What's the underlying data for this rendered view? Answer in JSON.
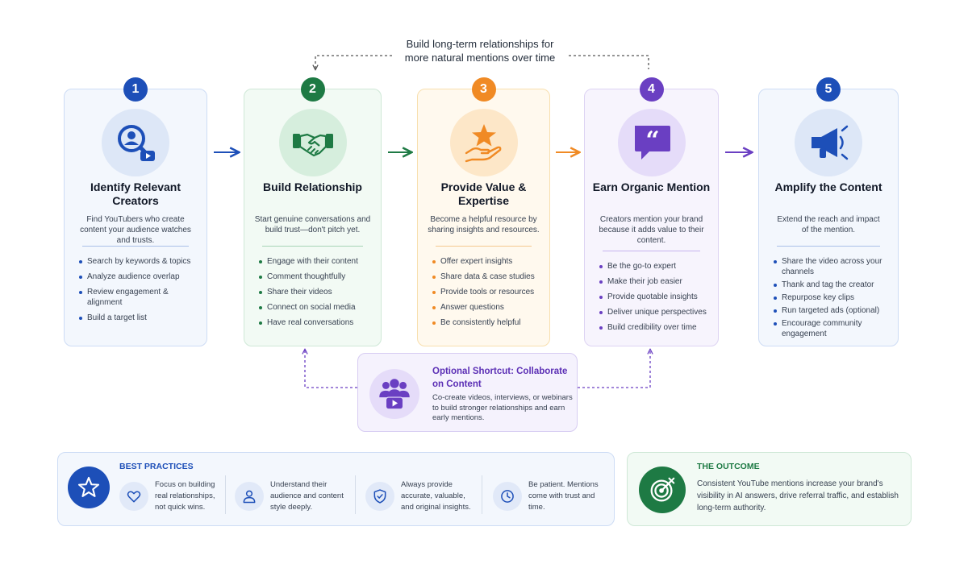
{
  "loop_note": "Build long-term relationships for more natural mentions over time",
  "colors": {
    "blue": "#1d4fb8",
    "green": "#1e7a44",
    "orange": "#f08a24",
    "purple": "#6a3fc2"
  },
  "steps": [
    {
      "number": "1",
      "title": "Identify Relevant Creators",
      "description": "Find YouTubers who create content your audience watches and trusts.",
      "icon": "magnifier-person-video-icon",
      "bullets": [
        "Search by keywords & topics",
        "Analyze audience overlap",
        "Review engagement & alignment",
        "Build a target list"
      ]
    },
    {
      "number": "2",
      "title": "Build Relationship",
      "description": "Start genuine conversations and build trust—don't pitch yet.",
      "icon": "handshake-icon",
      "bullets": [
        "Engage with their content",
        "Comment thoughtfully",
        "Share their videos",
        "Connect on social media",
        "Have real conversations"
      ]
    },
    {
      "number": "3",
      "title": "Provide Value & Expertise",
      "description": "Become a helpful resource by sharing insights and resources.",
      "icon": "hand-star-icon",
      "bullets": [
        "Offer expert insights",
        "Share data & case studies",
        "Provide tools or resources",
        "Answer questions",
        "Be consistently helpful"
      ]
    },
    {
      "number": "4",
      "title": "Earn Organic Mention",
      "description": "Creators mention your brand because it adds value to their content.",
      "icon": "quote-bubble-icon",
      "bullets": [
        "Be the go-to expert",
        "Make their job easier",
        "Provide quotable insights",
        "Deliver unique perspectives",
        "Build credibility over time"
      ]
    },
    {
      "number": "5",
      "title": "Amplify the Content",
      "description": "Extend the reach and impact of the mention.",
      "icon": "megaphone-icon",
      "bullets": [
        "Share the video across your channels",
        "Thank and tag the creator",
        "Repurpose key clips",
        "Run targeted ads (optional)",
        "Encourage community engagement"
      ]
    }
  ],
  "shortcut": {
    "title": "Optional Shortcut: Collaborate on Content",
    "description": "Co-create videos, interviews, or webinars to build stronger relationships and earn early mentions.",
    "icon": "group-video-icon"
  },
  "best_practices": {
    "title": "BEST PRACTICES",
    "icon": "star-icon",
    "tips": [
      {
        "text": "Focus on building real relationships, not quick wins.",
        "icon": "heart-icon"
      },
      {
        "text": "Understand their audience and content style deeply.",
        "icon": "person-icon"
      },
      {
        "text": "Always provide accurate, valuable, and original insights.",
        "icon": "shield-check-icon"
      },
      {
        "text": "Be patient. Mentions come with trust and time.",
        "icon": "clock-icon"
      }
    ]
  },
  "outcome": {
    "title": "THE OUTCOME",
    "description": "Consistent YouTube mentions increase your brand's visibility in AI answers, drive referral traffic, and establish long-term authority.",
    "icon": "target-arrow-icon"
  }
}
